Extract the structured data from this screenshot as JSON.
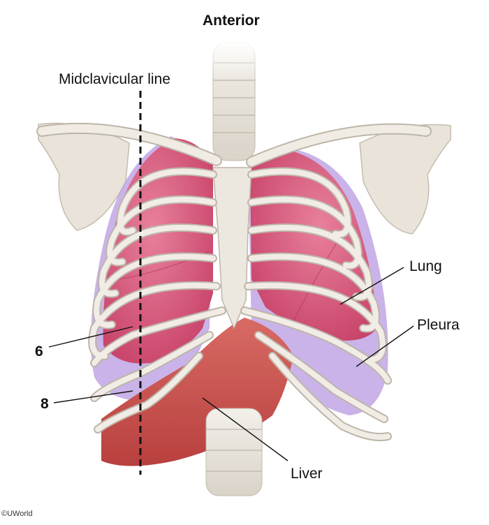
{
  "title": "Anterior",
  "labels": {
    "midclavicular": "Midclavicular line",
    "lung": "Lung",
    "pleura": "Pleura",
    "liver": "Liver",
    "rib6": "6",
    "rib8": "8"
  },
  "credit": "©UWorld",
  "colors": {
    "bone": "#e8e4dc",
    "bone_edge": "#b9b2a6",
    "lung": "#d9577a",
    "pleura": "#a98ad6",
    "liver": "#c9514f",
    "line": "#111111"
  }
}
